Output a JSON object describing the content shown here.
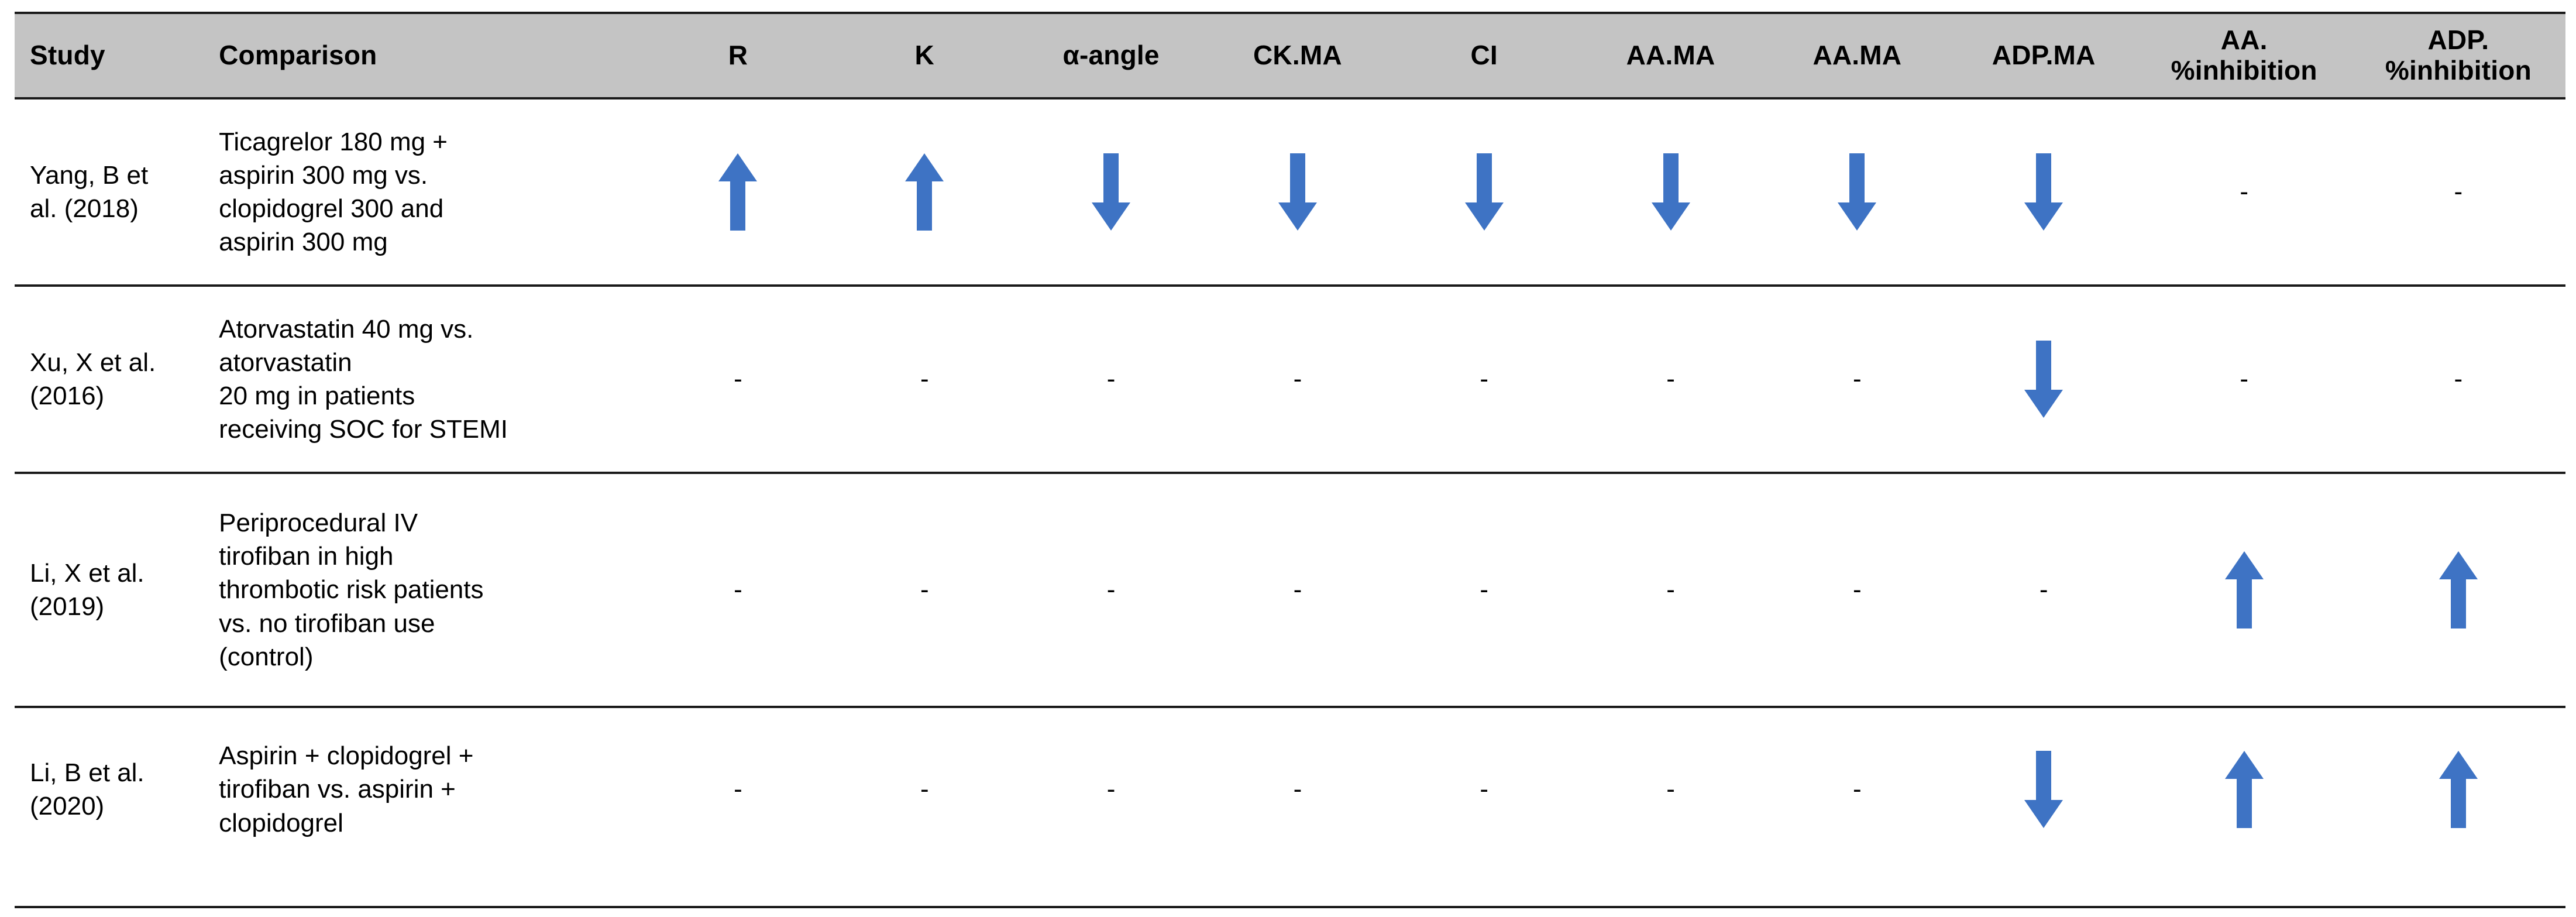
{
  "table": {
    "accent_color": "#3e73c4",
    "header_background": "#c4c4c4",
    "rule_color": "#1a1a1a",
    "columns": [
      {
        "key": "study",
        "label": "Study",
        "sublabel": ""
      },
      {
        "key": "comparison",
        "label": "Comparison",
        "sublabel": ""
      },
      {
        "key": "r",
        "label": "R",
        "sublabel": ""
      },
      {
        "key": "k",
        "label": "K",
        "sublabel": ""
      },
      {
        "key": "alpha_angle",
        "label": "α-angle",
        "sublabel": ""
      },
      {
        "key": "ck_ma",
        "label": "CK.MA",
        "sublabel": ""
      },
      {
        "key": "ci",
        "label": "CI",
        "sublabel": ""
      },
      {
        "key": "aa_ma_1",
        "label": "AA.MA",
        "sublabel": ""
      },
      {
        "key": "aa_ma_2",
        "label": "AA.MA",
        "sublabel": ""
      },
      {
        "key": "adp_ma",
        "label": "ADP.MA",
        "sublabel": ""
      },
      {
        "key": "aa_inhibition",
        "label": "AA.",
        "sublabel": "%inhibition"
      },
      {
        "key": "adp_inhibition",
        "label": "ADP.",
        "sublabel": "%inhibition"
      }
    ],
    "rows": [
      {
        "study": "Yang, B et\nal. (2018)",
        "comparison": "Ticagrelor 180 mg +\naspirin 300 mg vs.\nclopidogrel 300 and\naspirin 300 mg",
        "values": [
          "up",
          "up",
          "down",
          "down",
          "down",
          "down",
          "down",
          "down",
          "-",
          "-"
        ]
      },
      {
        "study": "Xu, X et al.\n(2016)",
        "comparison": "Atorvastatin 40 mg vs.\natorvastatin\n20 mg in patients\nreceiving SOC for STEMI",
        "values": [
          "-",
          "-",
          "-",
          "-",
          "-",
          "-",
          "-",
          "down",
          "-",
          "-"
        ]
      },
      {
        "study": "Li, X et al.\n(2019)",
        "comparison": "Periprocedural IV\ntirofiban in high\nthrombotic risk patients\nvs. no tirofiban use\n(control)",
        "values": [
          "-",
          "-",
          "-",
          "-",
          "-",
          "-",
          "-",
          "-",
          "up",
          "up"
        ]
      },
      {
        "study": "Li, B et al.\n(2020)",
        "comparison": "Aspirin + clopidogrel +\ntirofiban vs. aspirin +\nclopidogrel",
        "values": [
          "-",
          "-",
          "-",
          "-",
          "-",
          "-",
          "-",
          "down",
          "up",
          "up"
        ]
      }
    ],
    "glyphs": {
      "up": "arrow-up-icon",
      "down": "arrow-down-icon",
      "dash": "no-data-dash"
    }
  }
}
